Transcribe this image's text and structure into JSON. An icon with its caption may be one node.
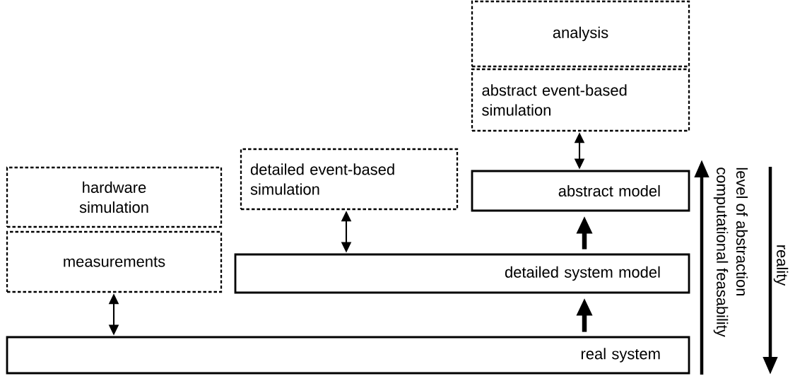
{
  "diagram": {
    "nodes": [
      {
        "text": [
          "analysis"
        ]
      },
      {
        "text": [
          "abstract event-based simulation"
        ]
      },
      {
        "text": [
          "hardware simulation"
        ]
      },
      {
        "text": [
          "detailed event-based simulation"
        ]
      },
      {
        "text": [
          "abstract model"
        ]
      },
      {
        "text": [
          "measurements"
        ]
      },
      {
        "text": [
          "detailed system model"
        ]
      },
      {
        "text": [
          "real system"
        ]
      }
    ],
    "edges": [
      {
        "from": 1,
        "to": 4,
        "arrow": "both"
      },
      {
        "from": 3,
        "to": 6,
        "arrow": "both"
      },
      {
        "from": 5,
        "to": 7,
        "arrow": "both"
      },
      {
        "from": 7,
        "to": 6,
        "arrow": "to",
        "style": "thick"
      },
      {
        "from": 6,
        "to": 4,
        "arrow": "to",
        "style": "thick"
      }
    ],
    "labels": [
      "computational feasability",
      "level of abstraction",
      "reality"
    ]
  }
}
